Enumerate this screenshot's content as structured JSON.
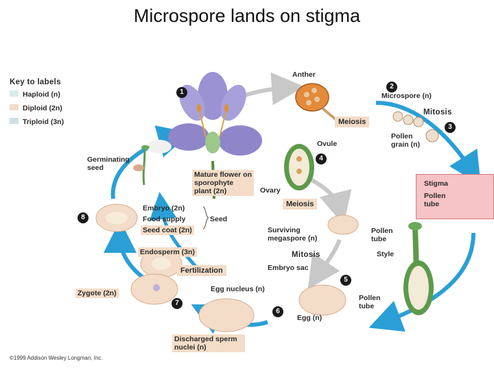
{
  "title": "Microspore lands on stigma",
  "key": {
    "heading": "Key to labels",
    "items": [
      {
        "label": "Haploid (n)",
        "color": "#d8ecec"
      },
      {
        "label": "Diploid (2n)",
        "color": "#f3dcc8"
      },
      {
        "label": "Triploid (3n)",
        "color": "#cfe0e4"
      }
    ]
  },
  "steps": [
    "1",
    "2",
    "3",
    "4",
    "5",
    "6",
    "7",
    "8"
  ],
  "labels": {
    "anther": "Anther",
    "microspore": "Microspore (n)",
    "mitosis1": "Mitosis",
    "meiosis1": "Meiosis",
    "pollen_grain": "Pollen grain (n)",
    "ovule": "Ovule",
    "germinating_seed": "Germinating seed",
    "mature_flower": "Mature flower on sporophyte plant (2n)",
    "ovary": "Ovary",
    "stigma": "Stigma",
    "pollen_tube_panel": "Pollen tube",
    "meiosis2": "Meiosis",
    "embryo": "Embryo (2n)",
    "food_supply": "Food supply",
    "seed_coat": "Seed coat (2n)",
    "seed": "Seed",
    "surviving_megaspore": "Surviving megaspore (n)",
    "pollen_tube1": "Pollen tube",
    "style": "Style",
    "endosperm": "Endosperm (3n)",
    "mitosis2": "Mitosis",
    "embryo_sac": "Embryo sac",
    "fertilization": "Fertilization",
    "zygote": "Zygote (2n)",
    "egg_nucleus": "Egg nucleus (n)",
    "pollen_tube2": "Pollen tube",
    "egg": "Egg (n)",
    "discharged_sperm": "Discharged sperm nuclei (n)"
  },
  "copyright": "©1999 Addison Wesley Longman, Inc."
}
